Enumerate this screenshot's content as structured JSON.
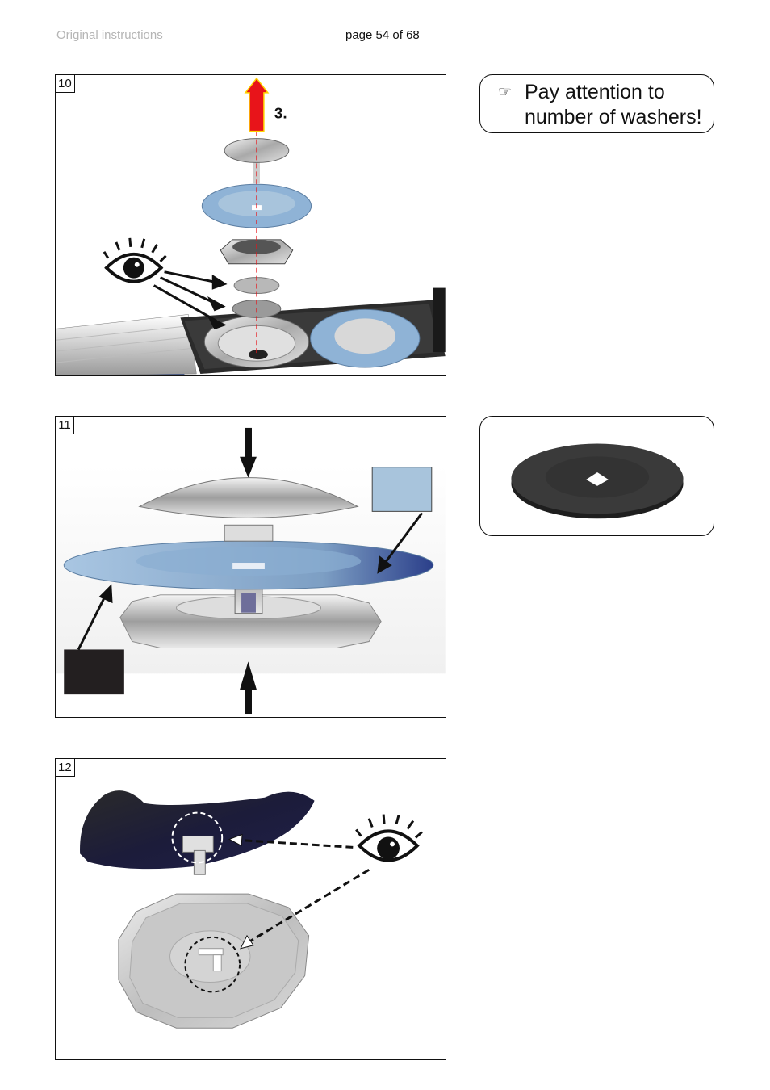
{
  "header": {
    "left": "Original instructions",
    "center": "page 54 of 68"
  },
  "steps": [
    {
      "number": "10",
      "arrow_label": "3."
    },
    {
      "number": "11"
    },
    {
      "number": "12"
    }
  ],
  "note": {
    "icon": "hand-pointing-icon",
    "text": "Pay attention to\nnumber of washers!"
  },
  "colors": {
    "arrow_red": "#e8141a",
    "diaphragm_blue": "#8fb3d6",
    "label_blue_box": "#a8c4dc",
    "label_dark_box": "#231f20",
    "navy_part": "#1c1c3a"
  }
}
